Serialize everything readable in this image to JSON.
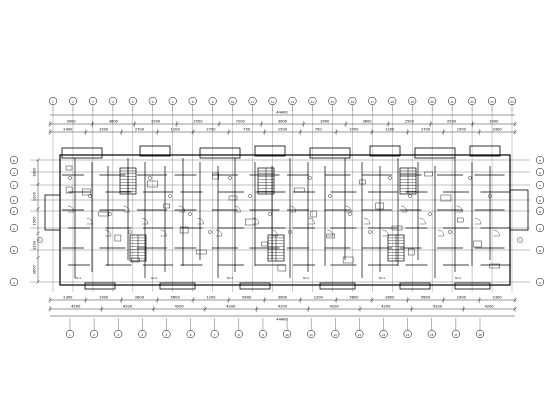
{
  "drawing": {
    "overall_dimension_top": "44400",
    "overall_dimension_bottom": "44400",
    "left_dimensions": [
      "1800",
      "1200",
      "1500",
      "1200",
      "3600"
    ],
    "top_row1_dimensions": [
      "3900",
      "3600",
      "2500",
      "2500",
      "7200",
      "3600",
      "3900",
      "3600",
      "2500",
      "2500",
      "3900"
    ],
    "top_row2_dimensions": [
      "2400",
      "1500",
      "2700",
      "1200",
      "2700",
      "750",
      "1500",
      "750",
      "2700",
      "1200",
      "2700",
      "1500",
      "2400"
    ],
    "bottom_row1_dimensions": [
      "2300",
      "1900",
      "2800",
      "5600",
      "1200",
      "5600",
      "3800",
      "1200",
      "5800",
      "2800",
      "5600",
      "1900",
      "2300"
    ],
    "bottom_row2_dimensions": [
      "4200",
      "4200",
      "4200",
      "4200",
      "4200",
      "4200",
      "4200",
      "4200",
      "4200"
    ],
    "axis_numbers_top": [
      "1",
      "2",
      "3",
      "4",
      "5",
      "6",
      "7",
      "8",
      "9",
      "10",
      "11",
      "12",
      "13",
      "14",
      "15",
      "16",
      "17",
      "18",
      "19",
      "20",
      "21",
      "22",
      "23",
      "24"
    ],
    "axis_numbers_bottom": [
      "1",
      "2",
      "3",
      "4",
      "5",
      "6",
      "7",
      "8",
      "9",
      "10",
      "11",
      "12",
      "13",
      "14",
      "15",
      "16",
      "17",
      "18"
    ],
    "axis_letters_left": [
      "H",
      "G",
      "F",
      "E",
      "D",
      "C",
      "B",
      "A"
    ],
    "axis_letters_right": [
      "H",
      "G",
      "F",
      "E",
      "D",
      "C",
      "B",
      "A"
    ],
    "unit_labels": [
      "SC-1",
      "SC-2",
      "SC-1",
      "SC-2",
      "SC-1",
      "SC-2"
    ],
    "section_marks": [
      "1",
      "1"
    ]
  }
}
